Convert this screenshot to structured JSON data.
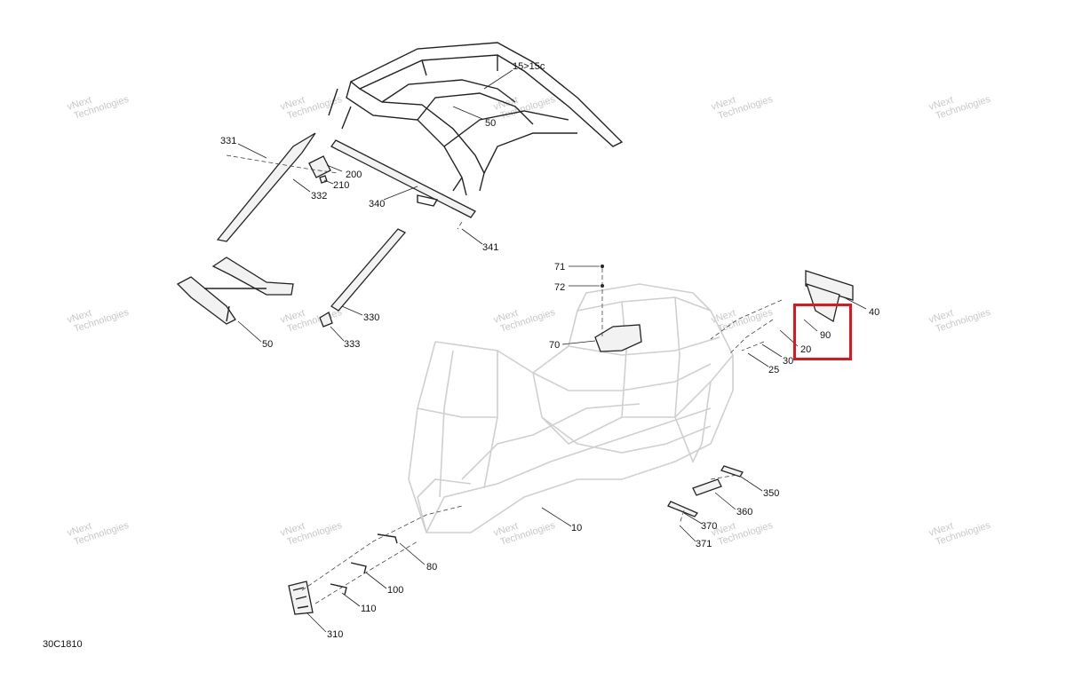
{
  "diagram": {
    "doc_code": "30C1810",
    "highlight_color": "#e0161c",
    "highlighted_part": "90",
    "watermark": [
      "vNext",
      "Technologies"
    ],
    "callouts": [
      {
        "id": "c-15",
        "text": "15>15c"
      },
      {
        "id": "c-50a",
        "text": "50"
      },
      {
        "id": "c-331",
        "text": "331"
      },
      {
        "id": "c-200",
        "text": "200"
      },
      {
        "id": "c-210",
        "text": "210"
      },
      {
        "id": "c-332",
        "text": "332"
      },
      {
        "id": "c-340",
        "text": "340"
      },
      {
        "id": "c-341",
        "text": "341"
      },
      {
        "id": "c-71",
        "text": "71"
      },
      {
        "id": "c-72",
        "text": "72"
      },
      {
        "id": "c-40",
        "text": "40"
      },
      {
        "id": "c-90",
        "text": "90"
      },
      {
        "id": "c-20",
        "text": "20"
      },
      {
        "id": "c-30",
        "text": "30"
      },
      {
        "id": "c-25",
        "text": "25"
      },
      {
        "id": "c-70",
        "text": "70"
      },
      {
        "id": "c-330",
        "text": "330"
      },
      {
        "id": "c-333",
        "text": "333"
      },
      {
        "id": "c-50b",
        "text": "50"
      },
      {
        "id": "c-350",
        "text": "350"
      },
      {
        "id": "c-360",
        "text": "360"
      },
      {
        "id": "c-370",
        "text": "370"
      },
      {
        "id": "c-371",
        "text": "371"
      },
      {
        "id": "c-10",
        "text": "10"
      },
      {
        "id": "c-80",
        "text": "80"
      },
      {
        "id": "c-100",
        "text": "100"
      },
      {
        "id": "c-110",
        "text": "110"
      },
      {
        "id": "c-310",
        "text": "310"
      }
    ]
  }
}
